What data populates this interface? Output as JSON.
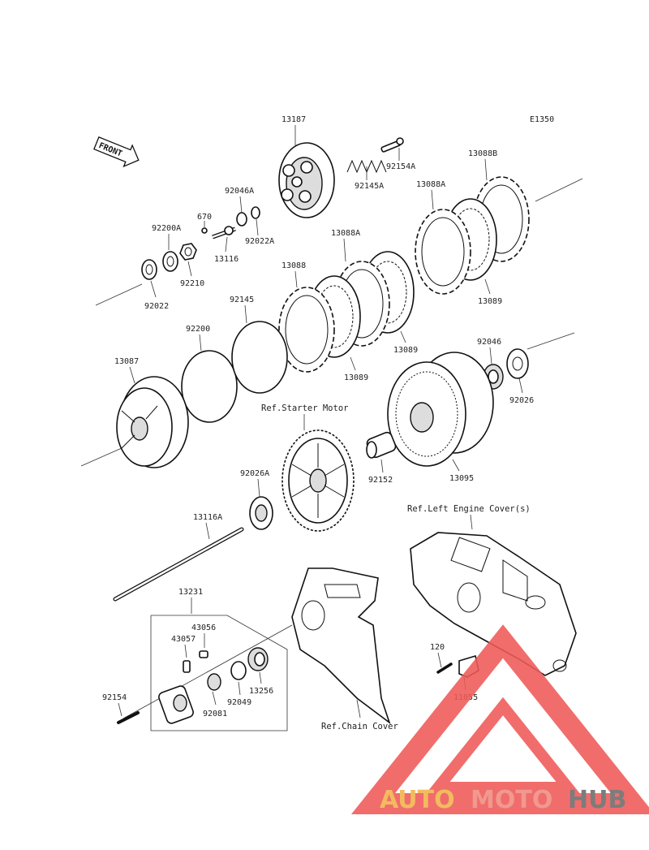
{
  "diagram_code": "E1350",
  "front_label": "FRONT",
  "refs": {
    "starter_motor": "Ref.Starter Motor",
    "left_engine_cover": "Ref.Left Engine Cover(s)",
    "chain_cover": "Ref.Chain Cover"
  },
  "parts": {
    "p13187": "13187",
    "p92154A": "92154A",
    "p92145A": "92145A",
    "p13088B": "13088B",
    "p13088A_top": "13088A",
    "p13088A_mid": "13088A",
    "p13088": "13088",
    "p13089_a": "13089",
    "p13089_b": "13089",
    "p13089_c": "13089",
    "p92046A": "92046A",
    "p670": "670",
    "p92022A": "92022A",
    "p13116": "13116",
    "p92200A": "92200A",
    "p92210": "92210",
    "p92022": "92022",
    "p92200": "92200",
    "p92145": "92145",
    "p13087": "13087",
    "p92046": "92046",
    "p92026": "92026",
    "p13095": "13095",
    "p92152": "92152",
    "p92026A": "92026A",
    "p13116A": "13116A",
    "p13231": "13231",
    "p43056": "43056",
    "p43057": "43057",
    "p92154": "92154",
    "p92081": "92081",
    "p92049": "92049",
    "p13256": "13256",
    "p120": "120",
    "p11055": "11055"
  },
  "watermark": {
    "auto": "AUTO",
    "moto": "MOTO",
    "hub": "HUB",
    "colors": {
      "auto": "#f2b24a",
      "moto": "#f08a80",
      "hub": "#6b6b6b",
      "triangle": "#ee5a57"
    }
  }
}
